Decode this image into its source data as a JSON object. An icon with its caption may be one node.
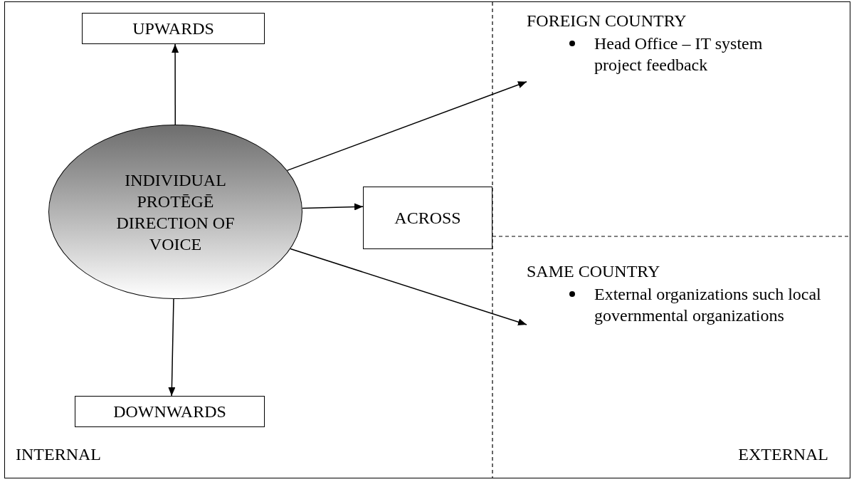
{
  "diagram": {
    "nodes": [
      {
        "text": [
          "INDIVIDUAL PROTĒGĒ DIRECTION OF VOICE"
        ]
      },
      {
        "text": [
          "UPWARDS"
        ]
      },
      {
        "text": [
          "ACROSS"
        ]
      },
      {
        "text": [
          "DOWNWARDS"
        ]
      },
      {
        "text": [
          "FOREIGN COUNTRY",
          "Head Office – IT system project feedback"
        ]
      },
      {
        "text": [
          "SAME COUNTRY",
          "External organizations such local governmental organizations"
        ]
      }
    ],
    "edges": [
      {
        "from": 0,
        "to": 1,
        "arrow": "to"
      },
      {
        "from": 0,
        "to": 4,
        "arrow": "to"
      },
      {
        "from": 0,
        "to": 2,
        "arrow": "to"
      },
      {
        "from": 0,
        "to": 5,
        "arrow": "to"
      },
      {
        "from": 0,
        "to": 3,
        "arrow": "to"
      }
    ],
    "labels": [
      "INTERNAL",
      "EXTERNAL"
    ]
  }
}
